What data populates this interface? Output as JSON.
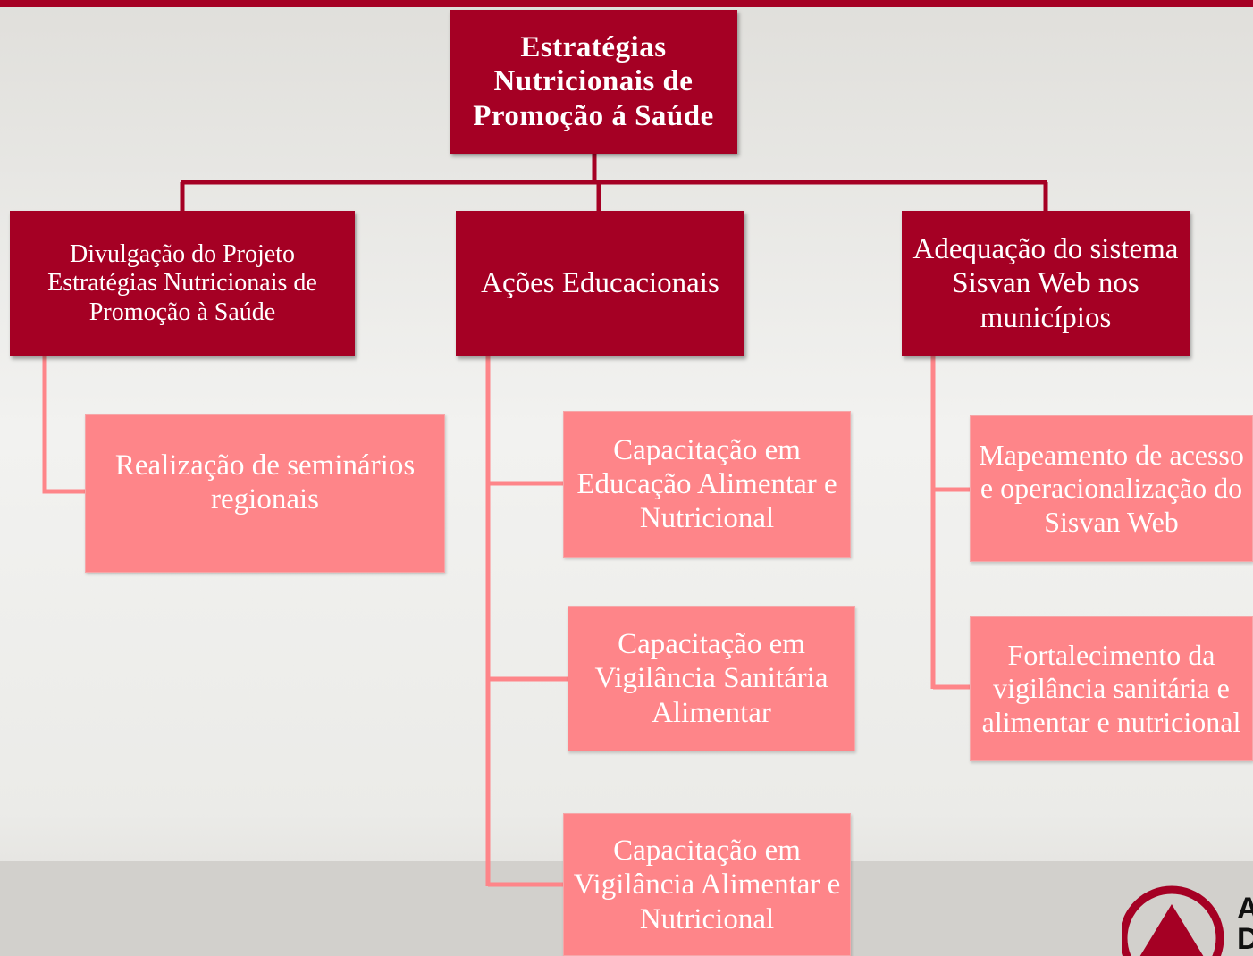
{
  "diagram": {
    "root": {
      "label": "Estratégias Nutricionais de Promoção á Saúde"
    },
    "branches": [
      {
        "label": "Divulgação do Projeto Estratégias Nutricionais de Promoção à Saúde",
        "children": [
          "Realização de seminários regionais"
        ]
      },
      {
        "label": "Ações Educacionais",
        "children": [
          "Capacitação em Educação Alimentar e Nutricional",
          "Capacitação em Vigilância Sanitária Alimentar",
          "Capacitação em Vigilância Alimentar e Nutricional"
        ]
      },
      {
        "label": "Adequação do sistema Sisvan Web nos municípios",
        "children": [
          "Mapeamento de acesso e operacionalização do Sisvan Web",
          "Fortalecimento da vigilância sanitária e alimentar e nutricional"
        ]
      }
    ]
  },
  "logo": {
    "letters": [
      "A",
      "D"
    ]
  },
  "colors": {
    "dark_box": "#a50024",
    "light_box": "#fe8589",
    "connector_dark": "#a50024",
    "connector_light": "#fe8589"
  }
}
